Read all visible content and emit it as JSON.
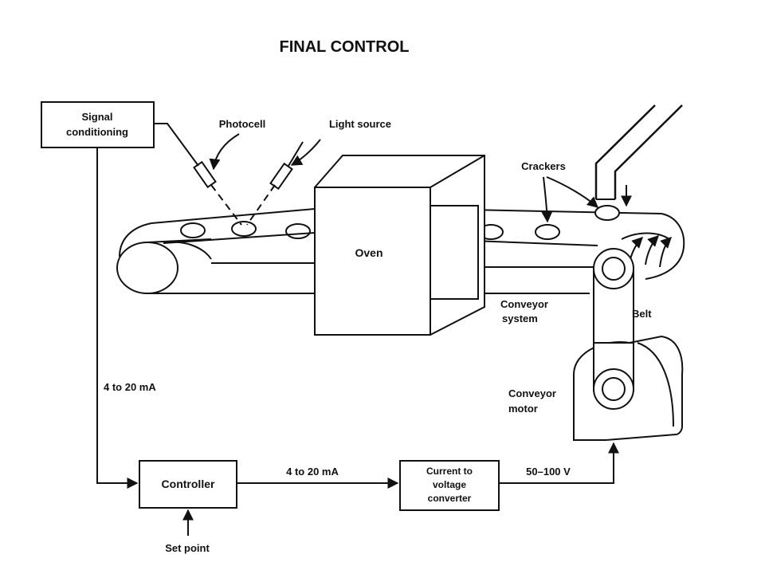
{
  "title": "FINAL CONTROL",
  "blocks": {
    "signal_conditioning": [
      "Signal",
      "conditioning"
    ],
    "controller": "Controller",
    "converter": [
      "Current to",
      "voltage",
      "converter"
    ],
    "oven": "Oven"
  },
  "labels": {
    "photocell": "Photocell",
    "light_source": "Light source",
    "crackers": "Crackers",
    "conveyor_system": [
      "Conveyor",
      "system"
    ],
    "belt": "Belt",
    "conveyor_motor": [
      "Conveyor",
      "motor"
    ],
    "signal_left": "4 to 20 mA",
    "signal_mid": "4 to 20 mA",
    "voltage": "50–100 V",
    "set_point": "Set point"
  }
}
